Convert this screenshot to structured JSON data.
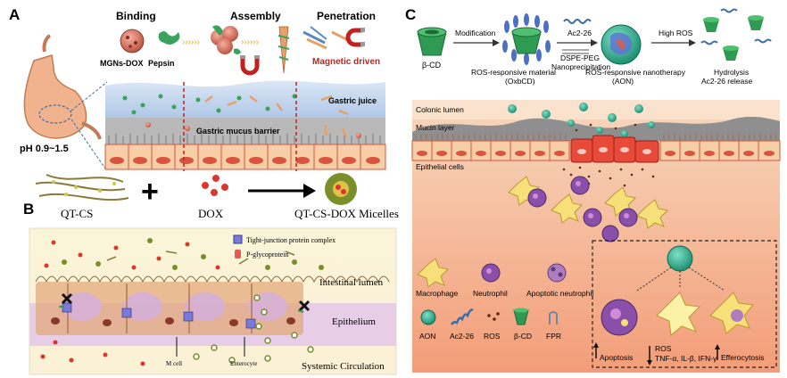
{
  "panel_a": {
    "letter": "A",
    "stage_binding": "Binding",
    "stage_assembly": "Assembly",
    "stage_penetration": "Penetration",
    "label_mgns_dox": "MGNs-DOX",
    "label_pepsin": "Pepsin",
    "label_magnetic": "Magnetic driven",
    "label_gastric_juice": "Gastric juice",
    "label_mucus": "Gastric mucus barrier",
    "label_ph": "pH 0.9~1.5"
  },
  "panel_b": {
    "letter": "B",
    "label_qtcs": "QT-CS",
    "label_dox": "DOX",
    "label_micelles": "QT-CS-DOX Micelles",
    "legend_tj": "Tight-junction protein complex",
    "legend_pgp": "P-glycoprotein",
    "label_lumen": "Intestinal lumen",
    "label_epithelium": "Epithelium",
    "label_circulation": "Systemic Circulation",
    "label_mcell": "M cell",
    "label_enterocyte": "Enterocyte"
  },
  "panel_c": {
    "letter": "C",
    "label_bcd": "β-CD",
    "label_modification": "Modification",
    "label_ac226": "Ac2-26",
    "label_dspe": "DSPE-PEG",
    "label_nanoprecip": "Nanoprecipitation",
    "label_oxbcd_1": "ROS-responsive material",
    "label_oxbcd_2": "(OxbCD)",
    "label_aon_1": "ROS-responsive nanotherapy",
    "label_aon_2": "(AON)",
    "label_high_ros": "High ROS",
    "label_hydrolysis": "Hydrolysis",
    "label_release": "Ac2-26 release",
    "label_colonic": "Colonic lumen",
    "label_mucin": "Mucin layer",
    "label_epithelial": "Epithelial cells",
    "legend_macrophage": "Macrophage",
    "legend_neutrophil": "Neutrophil",
    "legend_apoptotic": "Apoptotic neutrophil",
    "legend_aon": "AON",
    "legend_ac226": "Ac2-26",
    "legend_ros": "ROS",
    "legend_bcd": "β-CD",
    "legend_fpr": "FPR",
    "label_apoptosis": "Apoptosis",
    "label_ros_down": "ROS",
    "label_cytokines": "TNF-α, IL-β, IFN-γ",
    "label_efferocytosis": "Efferocytosis"
  },
  "colors": {
    "gastric_juice": "#a9c4e6",
    "mucus": "#b8b8b8",
    "cell_red": "#d9533d",
    "cell_fill": "#f6cfa8",
    "epithelium_band": "#e8cde6",
    "tissue_bg": "#f6c8a2",
    "magnetic_red": "#c0221e",
    "green_cd": "#2f9a52",
    "aon_teal": "#2aa88a"
  }
}
